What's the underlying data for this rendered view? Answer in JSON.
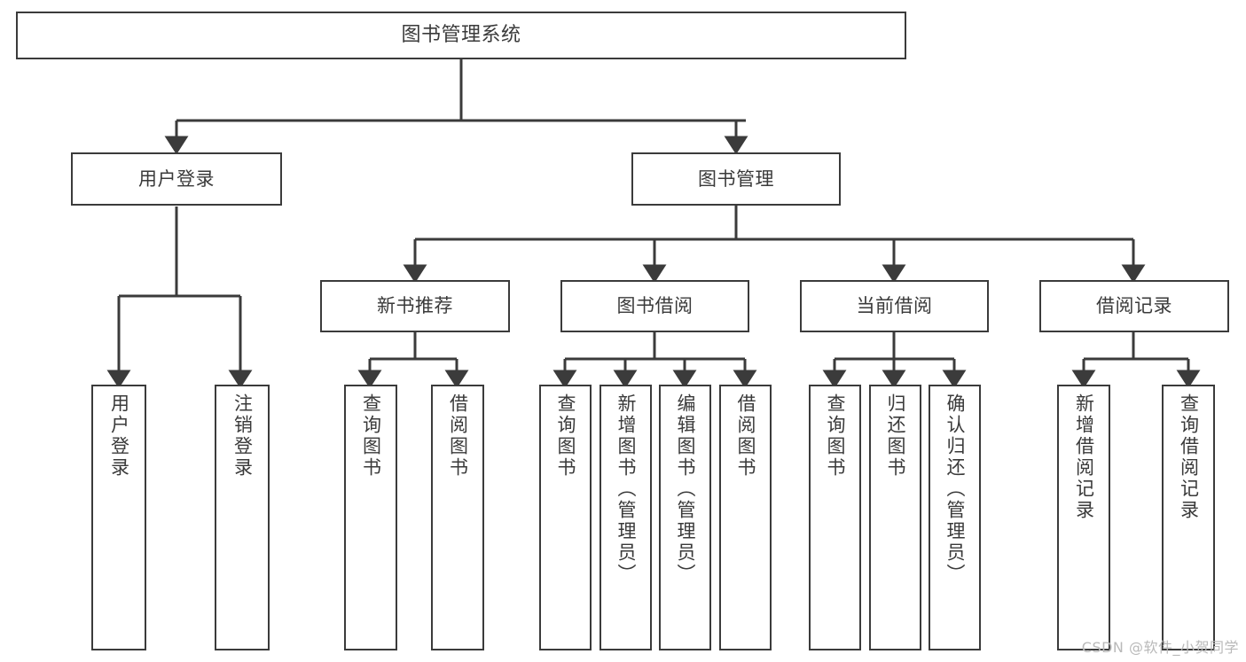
{
  "diagram": {
    "title": "图书管理系统",
    "type": "hierarchy-tree",
    "watermark": "CSDN @软件_小贺同学",
    "colors": {
      "stroke": "#3b3b3b",
      "text": "#3a3a3a",
      "background": "#ffffff",
      "watermark": "#b9b9b9"
    },
    "root": {
      "label": "图书管理系统"
    },
    "level1": [
      {
        "label": "用户登录"
      },
      {
        "label": "图书管理"
      }
    ],
    "level2": [
      {
        "label": "新书推荐"
      },
      {
        "label": "图书借阅"
      },
      {
        "label": "当前借阅"
      },
      {
        "label": "借阅记录"
      }
    ],
    "leaves": {
      "user_login": [
        {
          "label": "用户登录"
        },
        {
          "label": "注销登录"
        }
      ],
      "new_book_recommend": [
        {
          "label": "查询图书"
        },
        {
          "label": "借阅图书"
        }
      ],
      "book_borrow": [
        {
          "label": "查询图书"
        },
        {
          "label": "新增图书（管理员）"
        },
        {
          "label": "编辑图书（管理员）"
        },
        {
          "label": "借阅图书"
        }
      ],
      "current_borrow": [
        {
          "label": "查询图书"
        },
        {
          "label": "归还图书"
        },
        {
          "label": "确认归还（管理员）"
        }
      ],
      "borrow_record": [
        {
          "label": "新增借阅记录"
        },
        {
          "label": "查询借阅记录"
        }
      ]
    }
  }
}
